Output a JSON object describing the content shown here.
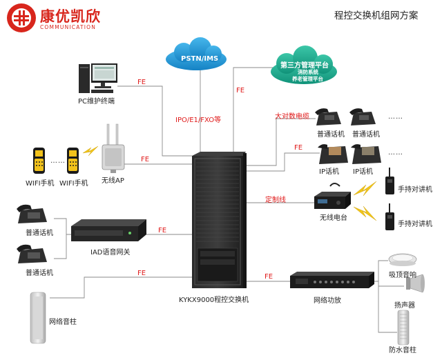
{
  "header": {
    "logo_cn": "康优凯欣",
    "logo_en": "COMMUNICATION",
    "title": "程控交换机组网方案"
  },
  "clouds": {
    "pstn": "PSTN/IMS",
    "third_party": "第三方管理平台",
    "third_party_sub1": "消防系统",
    "third_party_sub2": "养老管理平台"
  },
  "devices": {
    "pc": "PC维护终端",
    "wifi_phone_1": "WIFI手机",
    "wifi_phone_2": "WIFI手机",
    "wireless_ap": "无线AP",
    "normal_phone_left_1": "普通话机",
    "normal_phone_left_2": "普通话机",
    "iad": "IAD语音网关",
    "column_speaker_left": "网络音柱",
    "pbx": "KYKX9000程控交换机",
    "normal_phone_right_1": "普通话机",
    "normal_phone_right_2": "普通话机",
    "ip_phone_1": "IP话机",
    "ip_phone_2": "IP话机",
    "radio_station": "无线电台",
    "walkie_1": "手持对讲机",
    "walkie_2": "手持对讲机",
    "amplifier": "网络功放",
    "ceiling_speaker": "吸顶音响",
    "horn": "扬声器",
    "waterproof_column": "防水音柱"
  },
  "links": {
    "fe_pc": "FE",
    "fe_ap": "FE",
    "fe_iad": "FE",
    "fe_column": "FE",
    "fe_third": "FE",
    "fe_ip": "FE",
    "fe_amp": "FE",
    "pstn_link": "IPO/E1/FXO等",
    "big_cable": "大对数电缆",
    "custom_line": "定制线"
  },
  "dots": "……",
  "colors": {
    "brand_red": "#d8261c",
    "link_red": "#e01a1a",
    "cloud_blue": "#1b9ad6",
    "cloud_teal": "#16a896"
  }
}
